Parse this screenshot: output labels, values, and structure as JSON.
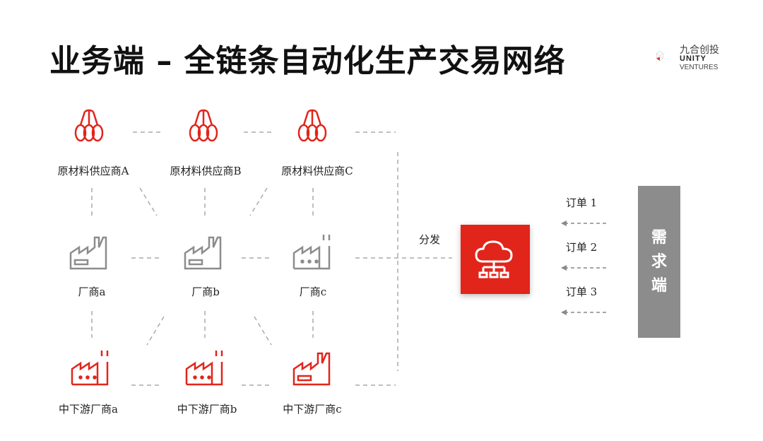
{
  "title": "业务端 – 全链条自动化生产交易网络",
  "logo": {
    "cn": "九合创投",
    "en1": "UNITY",
    "en2": "VENTURES"
  },
  "suppliers": [
    "原材料供应商A",
    "原材料供应商B",
    "原材料供应商C"
  ],
  "factories": [
    "厂商a",
    "厂商b",
    "厂商c"
  ],
  "downstream": [
    "中下游厂商a",
    "中下游厂商b",
    "中下游厂商c"
  ],
  "distribute_label": "分发",
  "orders": [
    "订单 1",
    "订单 2",
    "订单 3"
  ],
  "demand": [
    "需",
    "求",
    "端"
  ],
  "colors": {
    "accent": "#e1251b",
    "gray": "#8c8c8c",
    "line": "#aaaaaa"
  }
}
